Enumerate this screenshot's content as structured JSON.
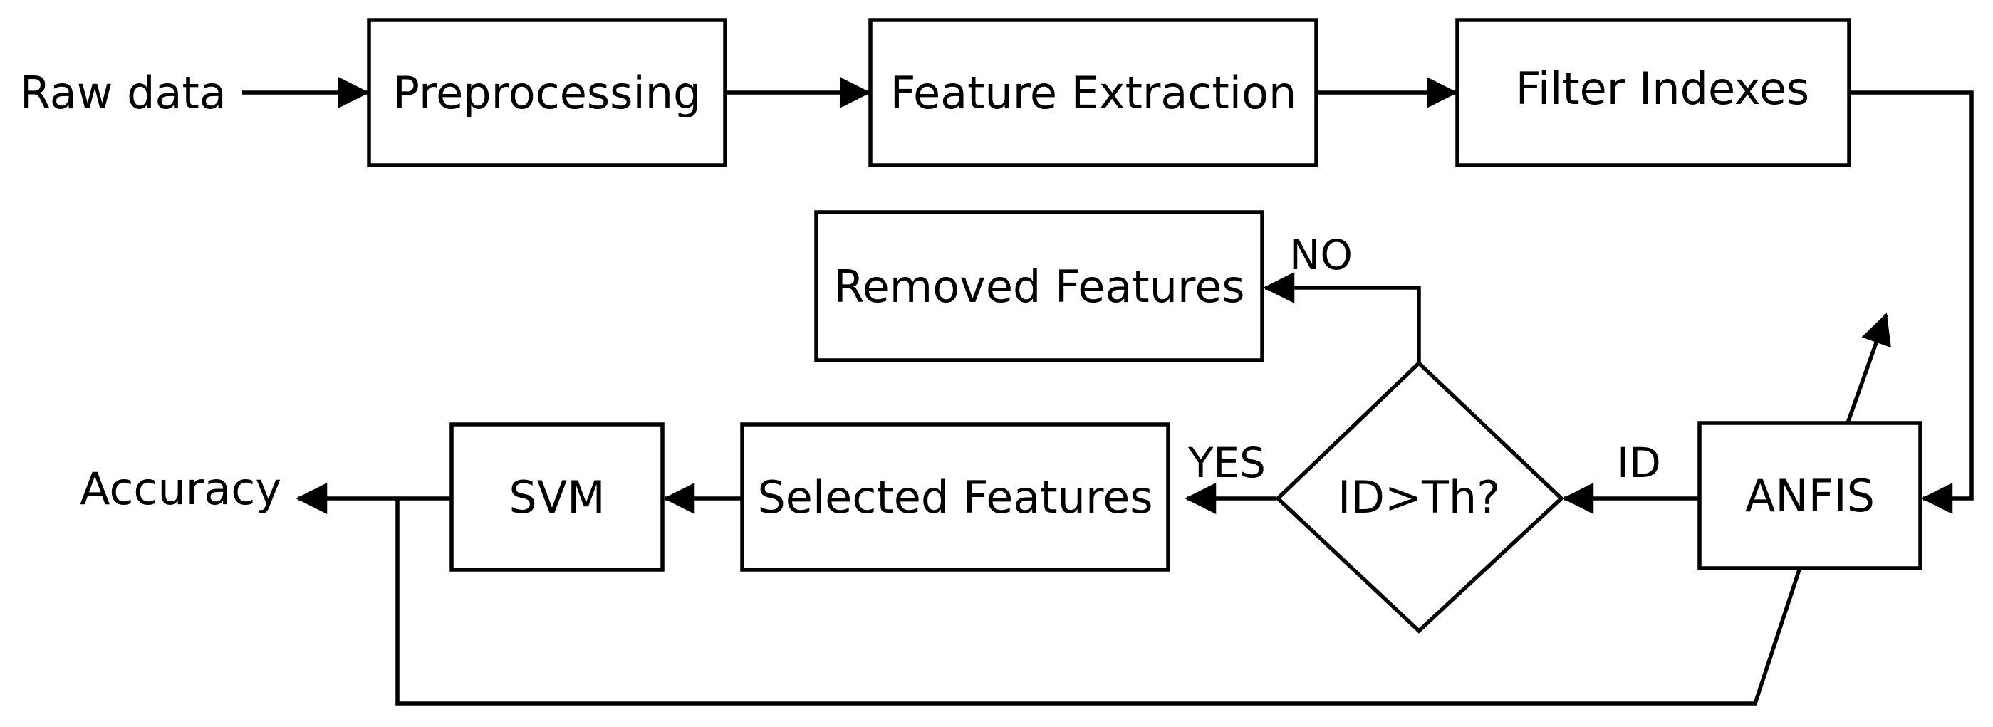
{
  "nodes": {
    "raw_data": "Raw data",
    "preprocessing": "Preprocessing",
    "feature_extraction": "Feature Extraction",
    "filter_indexes": "Filter Indexes",
    "removed_features": "Removed Features",
    "decision": "ID>Th?",
    "anfis": "ANFIS",
    "selected_features": "Selected Features",
    "svm": "SVM",
    "accuracy": "Accuracy"
  },
  "edge_labels": {
    "no": "NO",
    "yes": "YES",
    "id": "ID"
  }
}
